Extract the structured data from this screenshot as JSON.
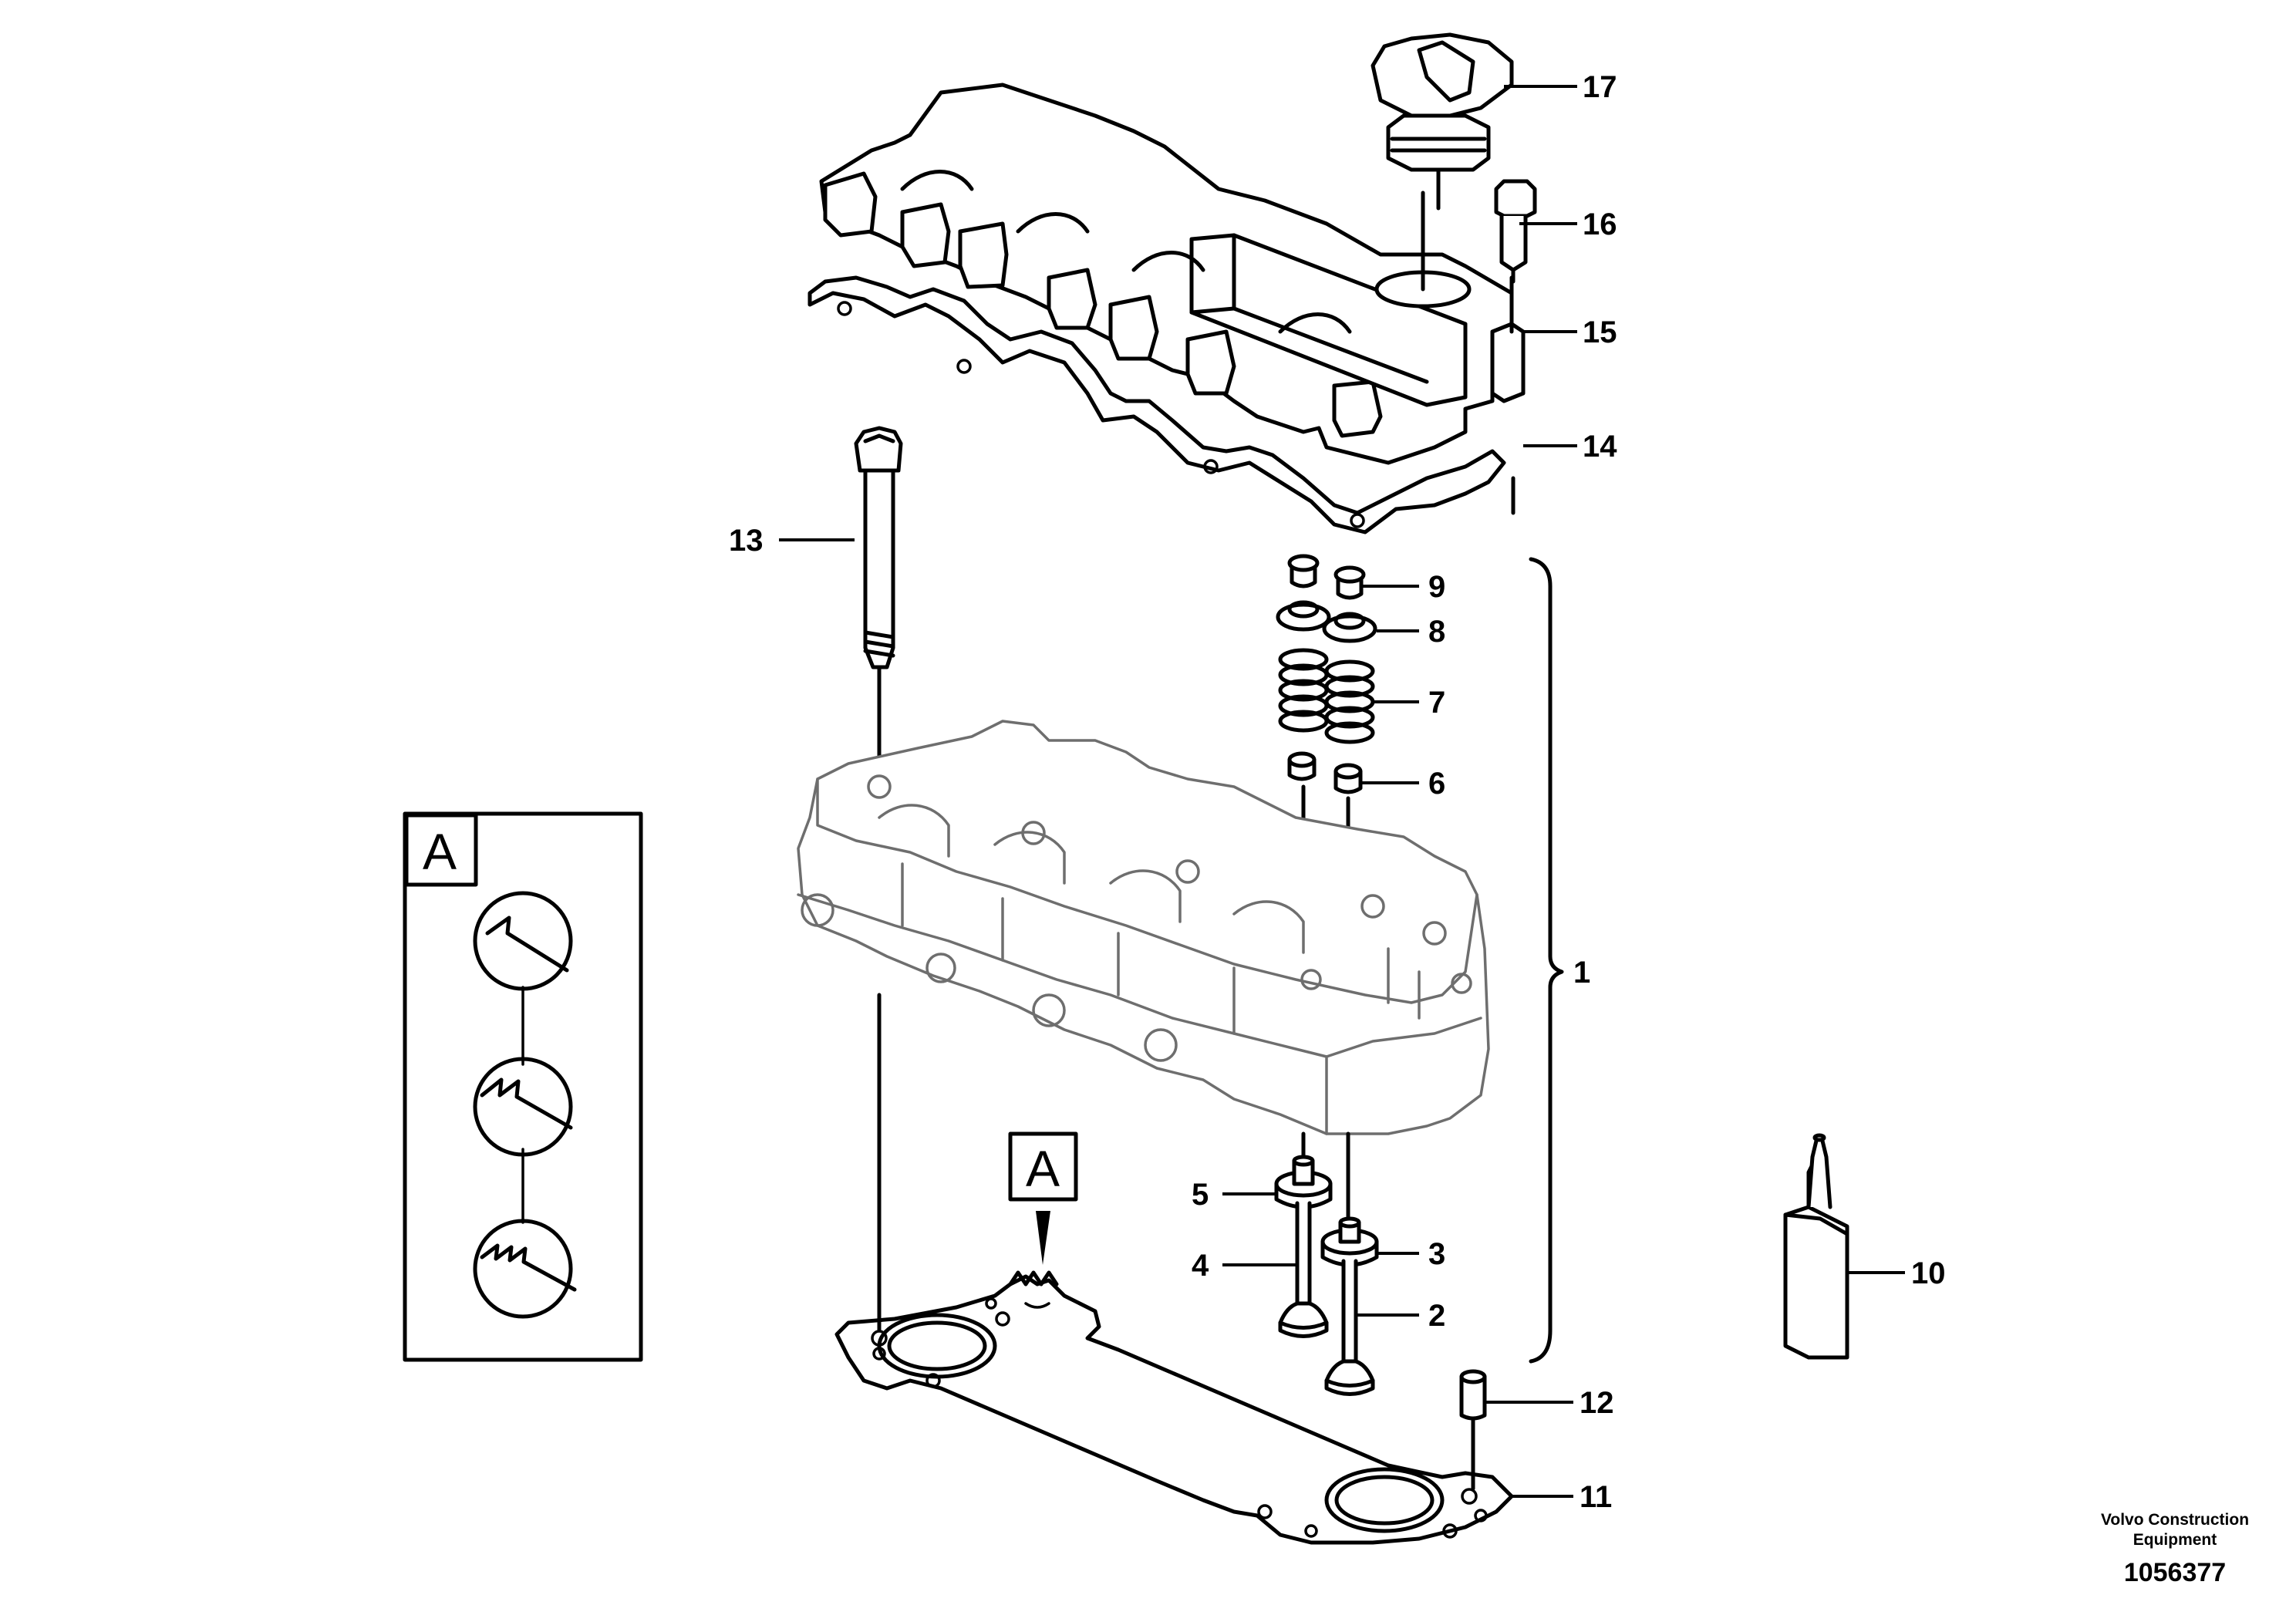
{
  "callouts": {
    "c1": "1",
    "c2": "2",
    "c3": "3",
    "c4": "4",
    "c5": "5",
    "c6": "6",
    "c7": "7",
    "c8": "8",
    "c9": "9",
    "c10": "10",
    "c11": "11",
    "c12": "12",
    "c13": "13",
    "c14": "14",
    "c15": "15",
    "c16": "16",
    "c17": "17"
  },
  "detail": {
    "box_letter": "A",
    "pointer_letter": "A"
  },
  "footer": {
    "brand": "Volvo Construction Equipment",
    "drawing_number": "1056377"
  }
}
